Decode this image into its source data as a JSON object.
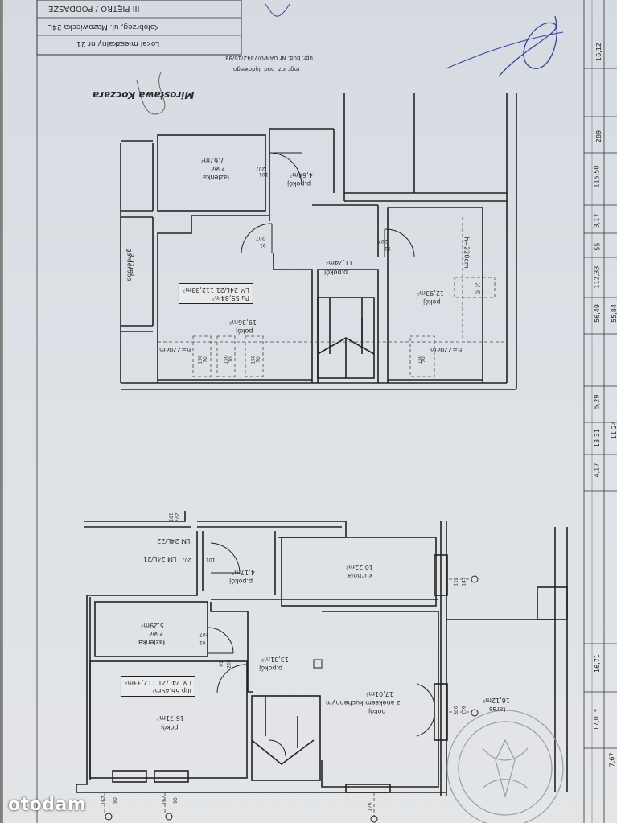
{
  "header": {
    "line1": "III PIĘTRO / PODDASZE",
    "line2": "Kołobrzeg, ul. Mazowiecka 24L",
    "line3": "Lokal mieszkalny nr 21",
    "stamp_name": "Mirosława Koczara",
    "stamp_line2": "mgr inż. bud. lądowego",
    "stamp_line3": "upr. bud. Nr UAN/U/7342/16/93"
  },
  "upper_plan": {
    "rooms": [
      {
        "name": "łazienka",
        "sub": "z wc",
        "area": "7,67m²"
      },
      {
        "name": "garderoba",
        "area": "3,71m²"
      },
      {
        "name": "p.pokój",
        "area": "4,64m²"
      },
      {
        "name": "p.pokój",
        "area": "11,24m²"
      },
      {
        "name": "pokój",
        "area": "19,36m²"
      },
      {
        "name": "pokój",
        "area": "12,93m²"
      }
    ],
    "box": {
      "lm": "LM 24L/21 112,33m²",
      "pu": "Pu 55,84m²"
    },
    "heights": [
      "h=220cm",
      "h=220cm",
      "h=220cm"
    ],
    "door_codes": [
      "207",
      "101",
      "207",
      "91",
      "207",
      "91",
      "150",
      "70",
      "150",
      "70",
      "150",
      "70",
      "150",
      "70",
      "150",
      "70"
    ]
  },
  "lower_plan": {
    "rooms": [
      {
        "name": "p.pokój",
        "area": "4,17m²"
      },
      {
        "name": "kuchnia",
        "area": "10,22m²"
      },
      {
        "name": "łazienka",
        "sub": "z wc",
        "area": "5,29m²"
      },
      {
        "name": "p.pokój",
        "area": "13,31m²"
      },
      {
        "name": "pokój",
        "sub": "z aneksem kuchennym",
        "area": "17,01m²"
      },
      {
        "name": "pokój",
        "area": "16,71m²"
      },
      {
        "name": "taras",
        "area": "16,12m²"
      }
    ],
    "box": {
      "lm": "LM 24L/21 112,33m²",
      "pu": "IIIp 56,49m²"
    },
    "unit_labels": [
      "LM 24L/21",
      "LM 24L/22"
    ],
    "door_codes": [
      "101",
      "207",
      "101",
      "207",
      "91",
      "207",
      "91",
      "207",
      "115",
      "147",
      "210",
      "176",
      "90",
      "167",
      "90",
      "167",
      "176"
    ]
  },
  "side_table": {
    "values": [
      "16,12",
      "289",
      "115,50",
      "3,17",
      "55",
      "112,33",
      "56,49",
      "55,84",
      "5,29",
      "13,31",
      "4,17",
      "16,71",
      "17,01*",
      "7,67",
      "11,24"
    ]
  },
  "watermark": "otodam"
}
